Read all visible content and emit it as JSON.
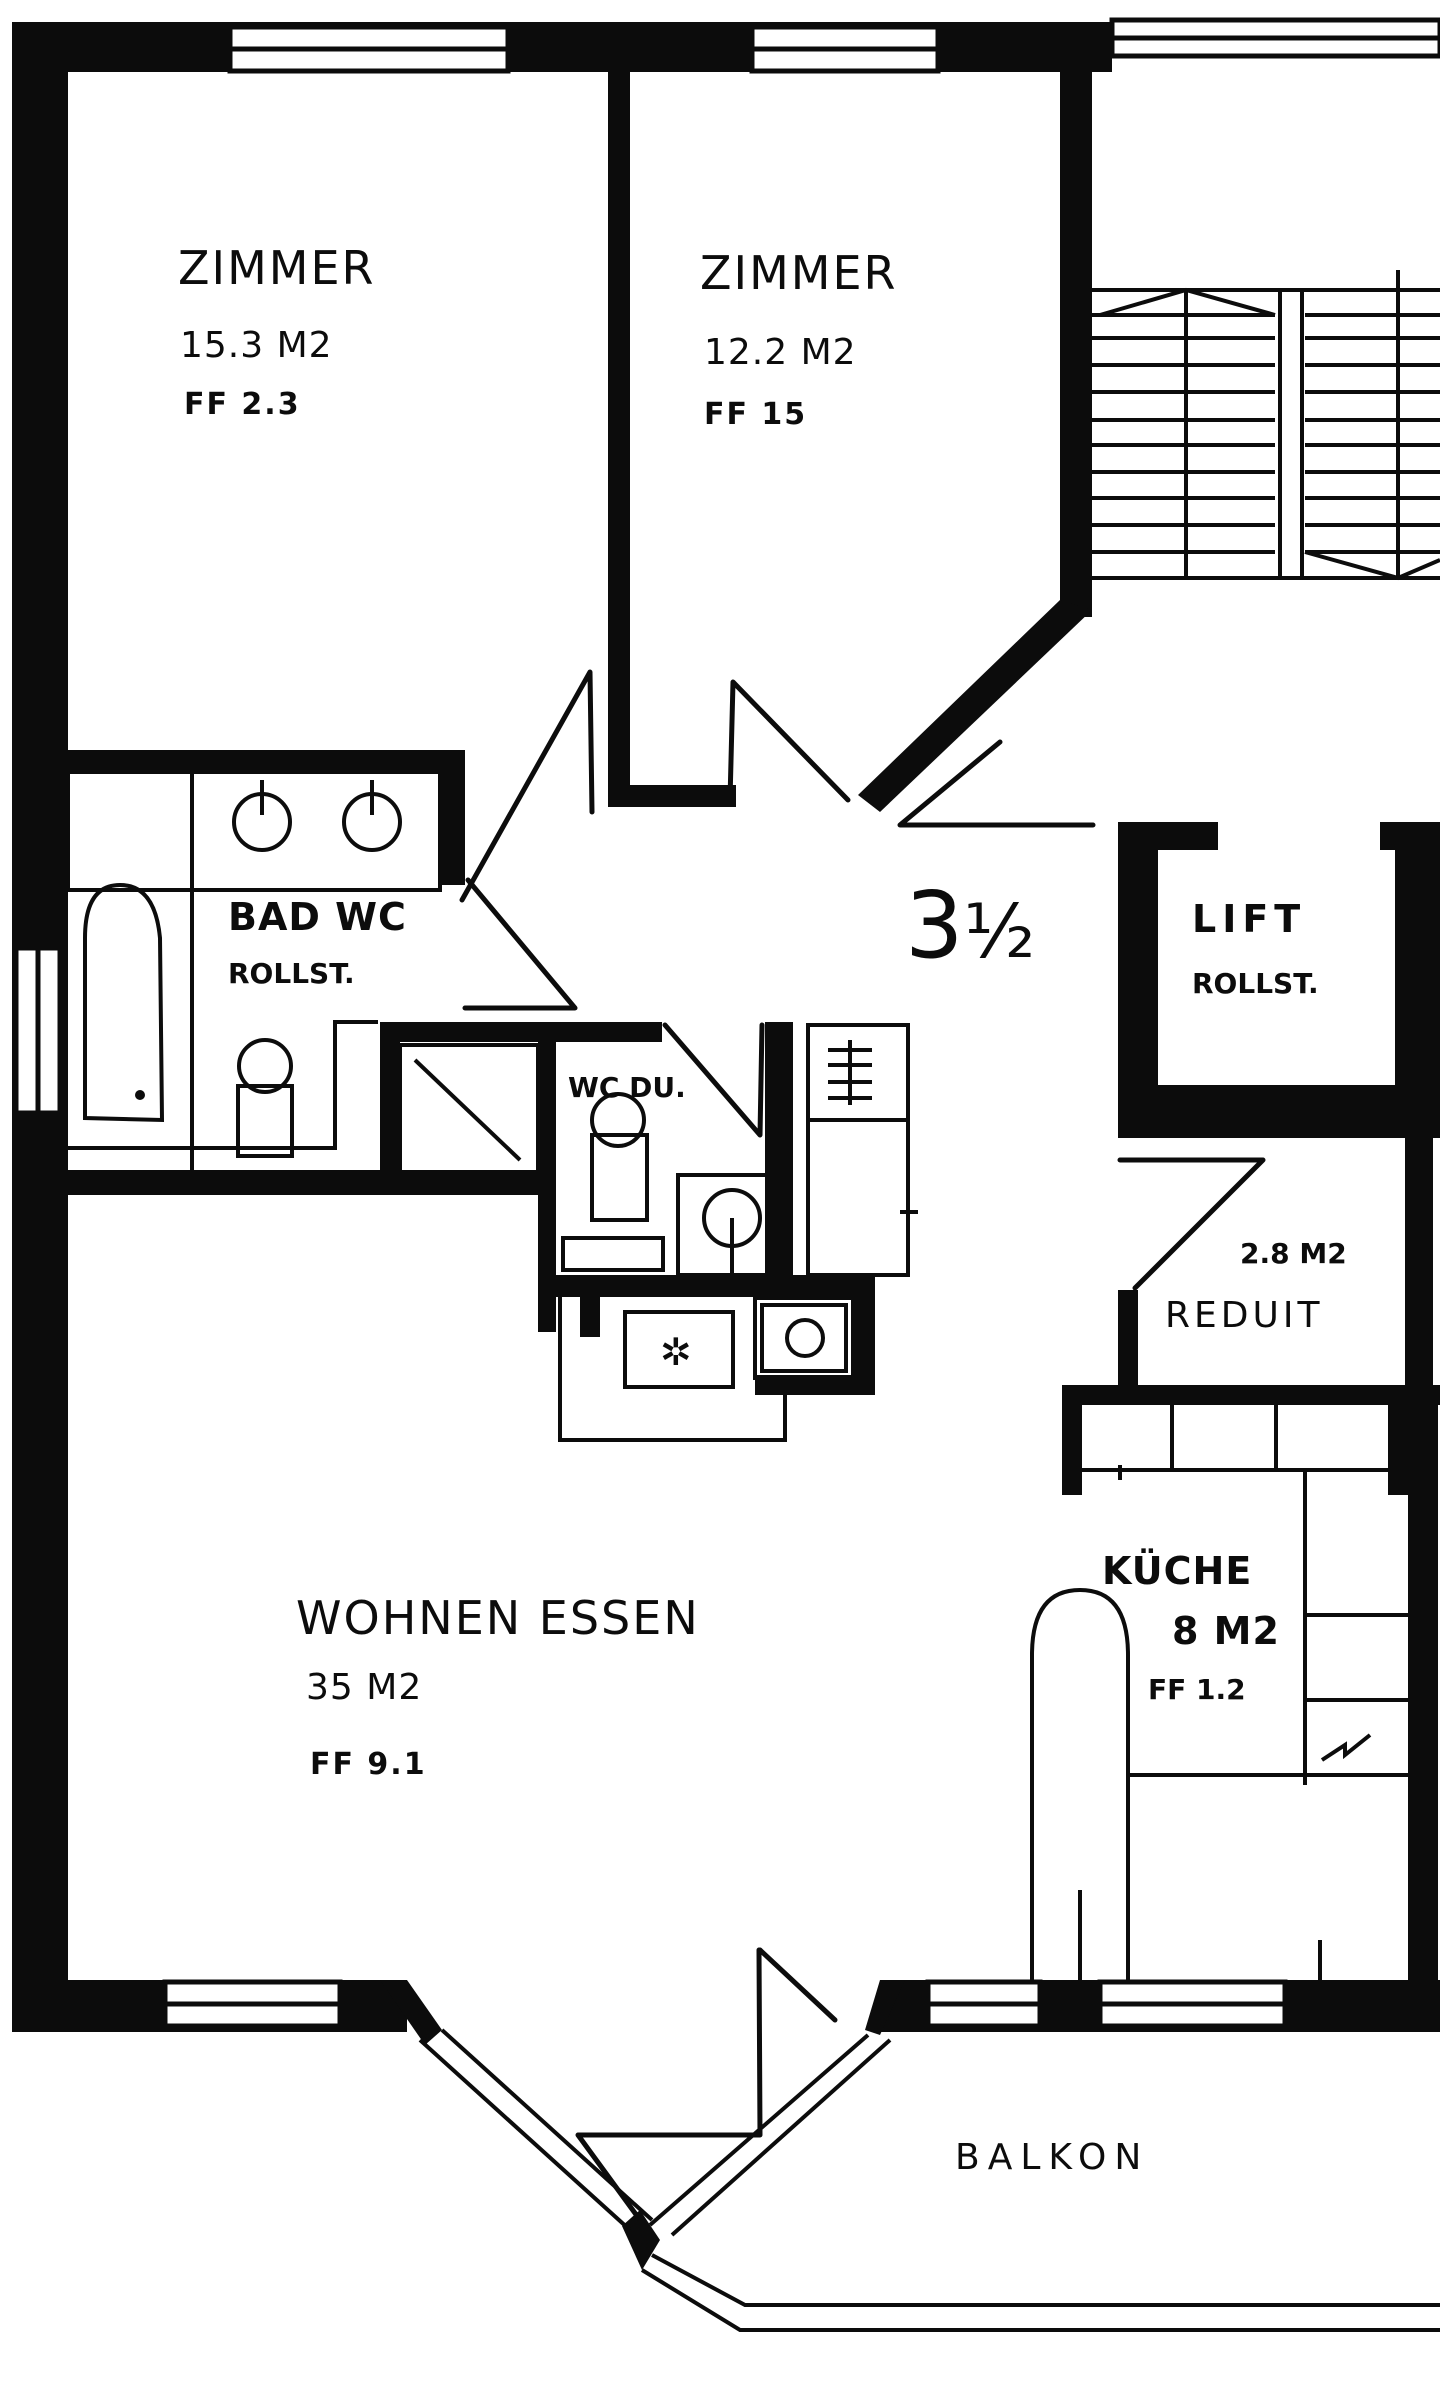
{
  "plan": {
    "unit_label": "3 1/2",
    "unit_whole": "3",
    "unit_fraction": "½",
    "colors": {
      "ink": "#0c0c0c",
      "paper": "#ffffff"
    }
  },
  "rooms": {
    "zimmer1": {
      "name": "ZIMMER",
      "area": "15.3 M2",
      "ff": "FF 2.3"
    },
    "zimmer2": {
      "name": "ZIMMER",
      "area": "12.2 M2",
      "ff": "FF 15"
    },
    "bad": {
      "name": "BAD WC",
      "sub": "ROLLST."
    },
    "wc_du": {
      "name": "WC DU."
    },
    "lift": {
      "name": "LIFT",
      "sub": "ROLLST."
    },
    "reduit": {
      "area": "2.8 M2",
      "name": "REDUIT"
    },
    "kueche": {
      "name": "KÜCHE",
      "area": "8 M2",
      "ff": "FF 1.2"
    },
    "wohnen": {
      "name": "WOHNEN ESSEN",
      "area": "35 M2",
      "ff": "FF 9.1"
    },
    "balkon": {
      "name": "BALKON"
    }
  },
  "fixtures": [
    "washbasin",
    "washbasin",
    "bathtub",
    "toilet",
    "shower",
    "toilet",
    "washbasin",
    "radiator",
    "washing-machine",
    "dryer",
    "stove",
    "sink",
    "stairs"
  ]
}
